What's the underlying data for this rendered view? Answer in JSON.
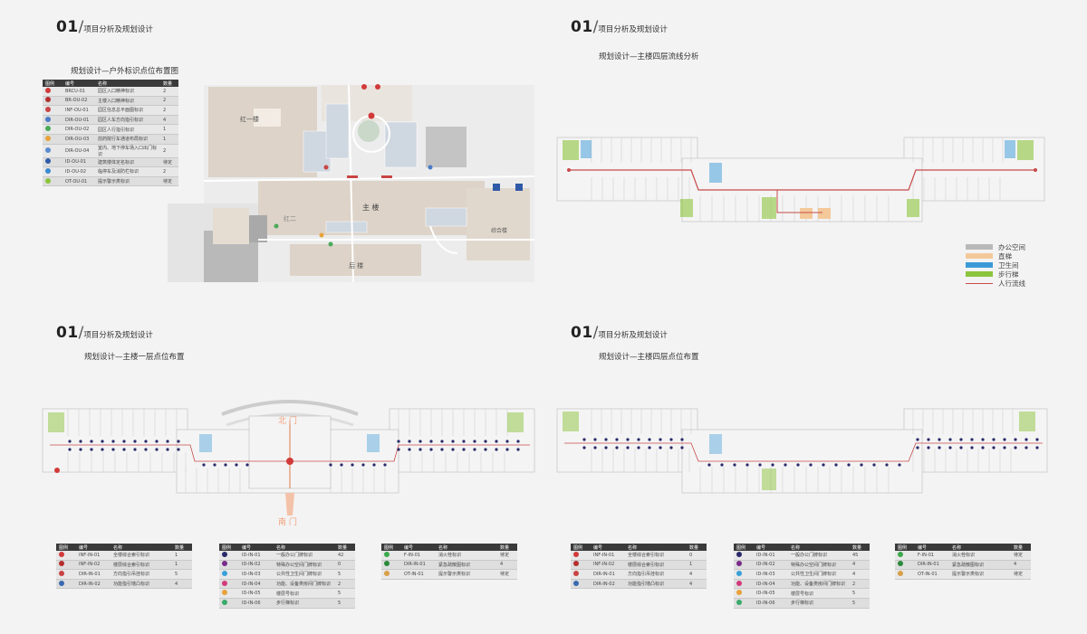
{
  "sections": [
    {
      "num": "01",
      "title": "项目分析及规划设计",
      "subtitle": "规划设计—户外标识点位布置图"
    },
    {
      "num": "01",
      "title": "项目分析及规划设计",
      "subtitle": "规划设计—主楼四层流线分析"
    },
    {
      "num": "01",
      "title": "项目分析及规划设计",
      "subtitle": "规划设计—主楼一层点位布置"
    },
    {
      "num": "01",
      "title": "项目分析及规划设计",
      "subtitle": "规划设计—主楼四层点位布置"
    }
  ],
  "slash": "/",
  "site_plan": {
    "buildings": [
      "红一楼",
      "主  楼",
      "后  楼",
      "综合楼",
      "红二"
    ]
  },
  "floor1": {
    "north_gate": "北 门",
    "south_gate": "南 门"
  },
  "table_headers": {
    "icon": "图例",
    "code": "编号",
    "name": "名称",
    "qty": "数量"
  },
  "outdoor_table": {
    "rows": [
      {
        "code": "BRCU-01",
        "name": "园区入口精神标识",
        "qty": "2",
        "color": "#d23a3a"
      },
      {
        "code": "BR-OU-02",
        "name": "主楼入口精神标识",
        "qty": "2",
        "color": "#b52e2e"
      },
      {
        "code": "INF-OU-01",
        "name": "园区信息总平面图标识",
        "qty": "2",
        "color": "#c94444"
      },
      {
        "code": "DIR-OU-01",
        "name": "园区人车方向指引标识",
        "qty": "4",
        "color": "#4a7bc8"
      },
      {
        "code": "DIR-OU-02",
        "name": "园区人行指引标识",
        "qty": "1",
        "color": "#4aaa5a"
      },
      {
        "code": "DIR-OU-03",
        "name": "前药院行车通道布局标识",
        "qty": "1",
        "color": "#e8a23a"
      },
      {
        "code": "DIR-OU-04",
        "name": "室内、地下停车场入口出门标识",
        "qty": "2",
        "color": "#5a8ad0"
      },
      {
        "code": "ID-OU-01",
        "name": "建筑楼体定名标识",
        "qty": "待定",
        "color": "#2f5aa8"
      },
      {
        "code": "ID-OU-02",
        "name": "临停车及消防栏标识",
        "qty": "2",
        "color": "#3a8ad0"
      },
      {
        "code": "OT-OU-01",
        "name": "提示警示类标识",
        "qty": "待定",
        "color": "#8ac43a"
      }
    ]
  },
  "flow_legend": [
    {
      "label": "办公空间",
      "color": "#b8b8b8",
      "type": "box"
    },
    {
      "label": "直梯",
      "color": "#f4c99a",
      "type": "box"
    },
    {
      "label": "卫生间",
      "color": "#3a9ad8",
      "type": "box"
    },
    {
      "label": "步行梯",
      "color": "#8cc43c",
      "type": "box"
    },
    {
      "label": "人行流线",
      "color": "#c84a4a",
      "type": "line"
    }
  ],
  "floor1_tables": [
    {
      "rows": [
        {
          "code": "INF-IN-01",
          "name": "全楼综合索引标识",
          "qty": "1",
          "color": "#d23a3a"
        },
        {
          "code": "INF-IN-02",
          "name": "楼层综合索引标识",
          "qty": "1",
          "color": "#b52e2e"
        },
        {
          "code": "DIR-IN-01",
          "name": "方向指引吊挂标识",
          "qty": "5",
          "color": "#c94444"
        },
        {
          "code": "DIR-IN-02",
          "name": "功能指引墙凸标识",
          "qty": "4",
          "color": "#3a6ab0"
        }
      ]
    },
    {
      "rows": [
        {
          "code": "ID-IN-01",
          "name": "一般办公门牌标识",
          "qty": "42",
          "color": "#2a2a6a"
        },
        {
          "code": "ID-IN-02",
          "name": "特殊办公空间门牌标识",
          "qty": "0",
          "color": "#7a2a8a"
        },
        {
          "code": "ID-IN-03",
          "name": "公共性卫生间门牌标识",
          "qty": "5",
          "color": "#3aa0d8"
        },
        {
          "code": "ID-IN-04",
          "name": "功能、设备类房间门牌标识",
          "qty": "2",
          "color": "#d23a7a"
        },
        {
          "code": "ID-IN-05",
          "name": "楼层号标识",
          "qty": "5",
          "color": "#e8a23a"
        },
        {
          "code": "ID-IN-06",
          "name": "步行梯标识",
          "qty": "5",
          "color": "#3aaa6a"
        }
      ]
    },
    {
      "rows": [
        {
          "code": "F-IN-01",
          "name": "消火栓标识",
          "qty": "待定",
          "color": "#3aaa4a"
        },
        {
          "code": "DIR-IN-01",
          "name": "紧急疏散图标识",
          "qty": "4",
          "color": "#2a8a3a"
        },
        {
          "code": "OT-IN-01",
          "name": "提示警示类标识",
          "qty": "待定",
          "color": "#d8a04a"
        }
      ]
    }
  ],
  "floor4_tables": [
    {
      "rows": [
        {
          "code": "INF-IN-01",
          "name": "全楼综合索引标识",
          "qty": "0",
          "color": "#d23a3a"
        },
        {
          "code": "INF-IN-02",
          "name": "楼层综合索引标识",
          "qty": "1",
          "color": "#b52e2e"
        },
        {
          "code": "DIR-IN-01",
          "name": "方向指引吊挂标识",
          "qty": "4",
          "color": "#c94444"
        },
        {
          "code": "DIR-IN-02",
          "name": "功能指引墙凸标识",
          "qty": "4",
          "color": "#3a6ab0"
        }
      ]
    },
    {
      "rows": [
        {
          "code": "ID-IN-01",
          "name": "一般办公门牌标识",
          "qty": "45",
          "color": "#2a2a6a"
        },
        {
          "code": "ID-IN-02",
          "name": "特殊办公空间门牌标识",
          "qty": "4",
          "color": "#7a2a8a"
        },
        {
          "code": "ID-IN-03",
          "name": "公共性卫生间门牌标识",
          "qty": "4",
          "color": "#3aa0d8"
        },
        {
          "code": "ID-IN-04",
          "name": "功能、设备类房间门牌标识",
          "qty": "2",
          "color": "#d23a7a"
        },
        {
          "code": "ID-IN-05",
          "name": "楼层号标识",
          "qty": "5",
          "color": "#e8a23a"
        },
        {
          "code": "ID-IN-06",
          "name": "步行梯标识",
          "qty": "5",
          "color": "#3aaa6a"
        }
      ]
    },
    {
      "rows": [
        {
          "code": "F-IN-01",
          "name": "消火栓标识",
          "qty": "待定",
          "color": "#3aaa4a"
        },
        {
          "code": "DIR-IN-01",
          "name": "紧急疏散图标识",
          "qty": "4",
          "color": "#2a8a3a"
        },
        {
          "code": "OT-IN-01",
          "name": "提示警示类标识",
          "qty": "待定",
          "color": "#d8a04a"
        }
      ]
    }
  ]
}
